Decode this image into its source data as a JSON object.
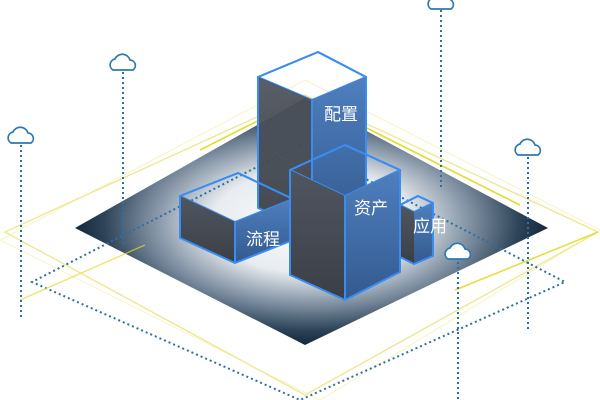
{
  "diagram": {
    "blocks": [
      {
        "id": "config",
        "label": "配置",
        "icon": "cube-icon"
      },
      {
        "id": "flow",
        "label": "流程",
        "icon": "cube-icon"
      },
      {
        "id": "asset",
        "label": "资产",
        "icon": "cube-icon"
      },
      {
        "id": "app",
        "label": "应用",
        "icon": "cube-icon"
      }
    ],
    "clouds": [
      "cloud-icon",
      "cloud-icon",
      "cloud-icon",
      "cloud-icon",
      "cloud-icon"
    ],
    "colors": {
      "block_top": "#333438",
      "block_side_light": "#3e66a0",
      "block_side_dark": "#454a52",
      "block_edge": "#3a8df0",
      "platform_dark": "#15283a",
      "yellow_outline": "#e8e05a",
      "dashed_blue": "#2f6f9f"
    }
  }
}
